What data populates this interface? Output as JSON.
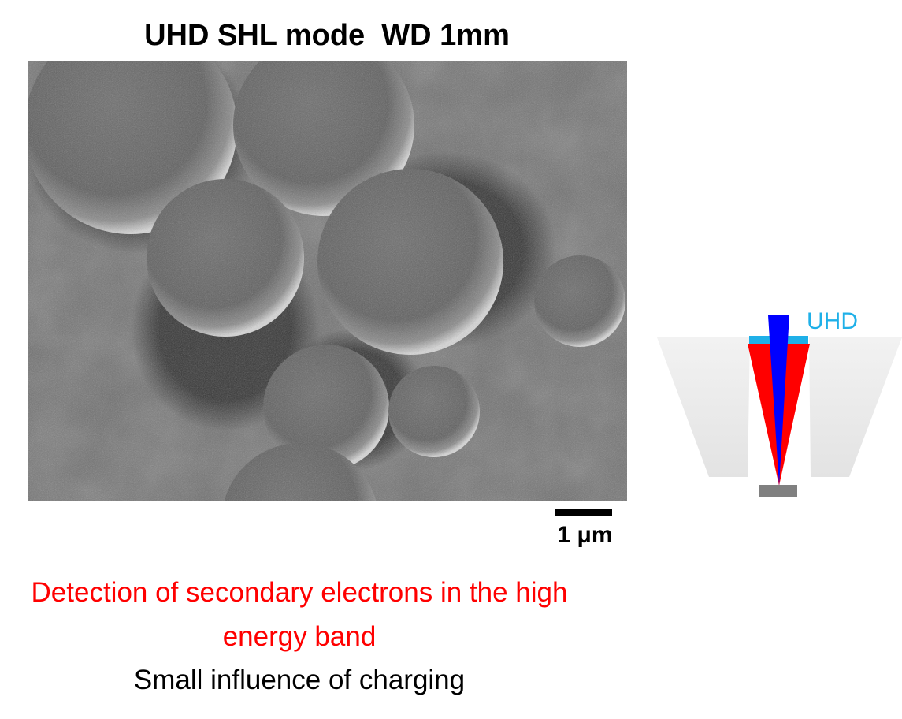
{
  "figure": {
    "title": "UHD SHL mode  WD 1mm",
    "scale_bar_label": "1 μm",
    "detector_label": "UHD",
    "caption_line1": "Detection of secondary electrons in the high energy band",
    "caption_line2": "Small influence of charging"
  },
  "colors": {
    "caption_highlight": "#ff0000",
    "detector": "#1fb0e8",
    "primary_beam": "#0000ff",
    "electron_cone": "#ff0000",
    "specimen": "#808080",
    "lens_body": "#eeeeee"
  }
}
